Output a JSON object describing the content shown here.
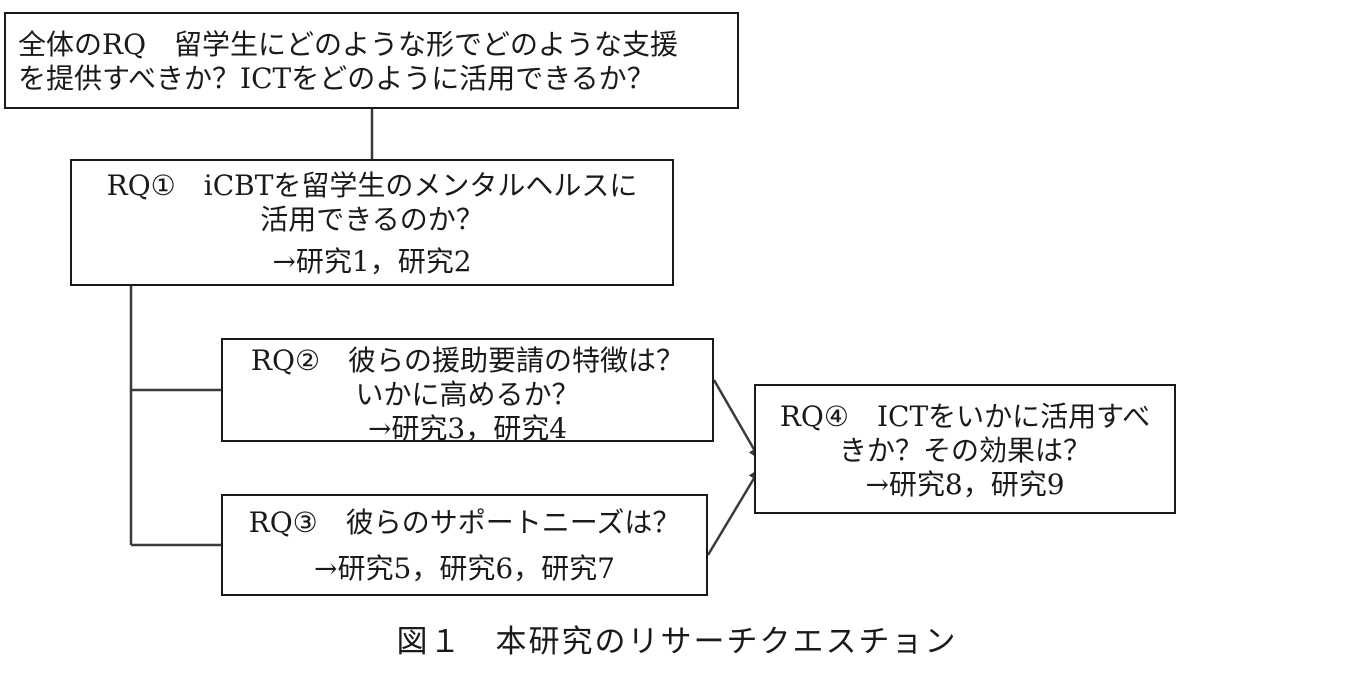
{
  "diagram": {
    "main_box": {
      "line1": "全体のRQ　留学生にどのような形でどのような支援",
      "line2": "を提供すべきか？ICTをどのように活用できるか？"
    },
    "rq1": {
      "line1": "RQ①　iCBTを留学生のメンタルヘルスに",
      "line2": "活用できるのか？",
      "ref": "→研究1，研究2"
    },
    "rq2": {
      "line1": "RQ②　彼らの援助要請の特徴は？",
      "line2": "いかに高めるか？",
      "ref": "→研究3，研究4"
    },
    "rq3": {
      "line1": "RQ③　彼らのサポートニーズは？",
      "ref": "→研究5，研究6，研究7"
    },
    "rq4": {
      "line1": "RQ④　ICTをいかに活用すべ",
      "line2": "きか？その効果は？",
      "ref": "→研究8，研究9"
    },
    "caption": "図１　本研究のリサーチクエスチョン"
  },
  "colors": {
    "line": "#3a3a3a",
    "border": "#1a1a1a",
    "text": "#1a1a1a"
  }
}
